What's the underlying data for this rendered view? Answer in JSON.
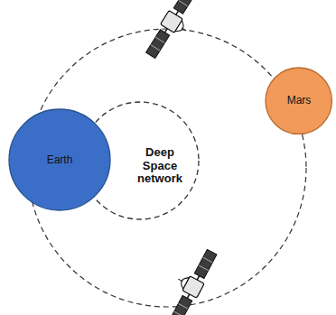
{
  "diagram": {
    "nodes": [
      {
        "text": [
          "Earth"
        ]
      },
      {
        "text": [
          "Deep Space network"
        ]
      },
      {
        "text": [
          "Mars"
        ]
      }
    ]
  }
}
